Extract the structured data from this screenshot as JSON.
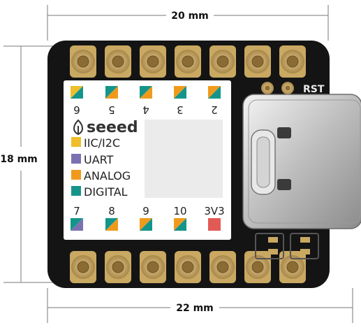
{
  "dimensions": {
    "top": "20 mm",
    "left": "18 mm",
    "bottom": "22 mm"
  },
  "board": {
    "brand": "seeed",
    "reset_label": "RST",
    "top_pins": [
      "6",
      "5",
      "4",
      "3",
      "2"
    ],
    "bottom_pins": [
      "7",
      "8",
      "9",
      "10",
      "3V3"
    ]
  },
  "legend": [
    {
      "label": "IIC/I2C",
      "color": "#efbe2c"
    },
    {
      "label": "UART",
      "color": "#7a72b0"
    },
    {
      "label": "ANALOG",
      "color": "#f09a1c"
    },
    {
      "label": "DIGITAL",
      "color": "#15958a"
    }
  ],
  "colors": {
    "board": "#141414",
    "pad": "#c9a862",
    "power_pin": "#e25a55",
    "label_panel": "#ffffff"
  }
}
